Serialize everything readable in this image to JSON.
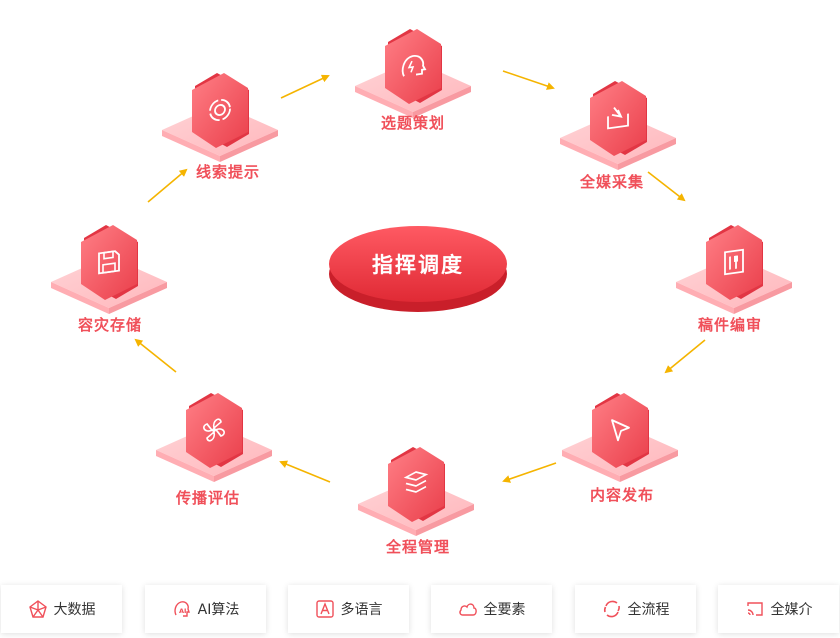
{
  "center": {
    "label": "指挥调度"
  },
  "nodes": [
    {
      "id": "topic",
      "label": "选题策划",
      "icon": "head-idea-icon"
    },
    {
      "id": "collect",
      "label": "全媒采集",
      "icon": "download-tray-icon"
    },
    {
      "id": "edit",
      "label": "稿件编审",
      "icon": "document-edit-icon"
    },
    {
      "id": "publish",
      "label": "内容发布",
      "icon": "cursor-arrow-icon"
    },
    {
      "id": "manage",
      "label": "全程管理",
      "icon": "layers-icon"
    },
    {
      "id": "evaluate",
      "label": "传播评估",
      "icon": "fan-icon"
    },
    {
      "id": "backup",
      "label": "容灾存储",
      "icon": "floppy-disk-icon"
    },
    {
      "id": "clue",
      "label": "线索提示",
      "icon": "target-ring-icon"
    }
  ],
  "features": [
    {
      "label": "大数据",
      "icon": "data-mesh-icon"
    },
    {
      "label": "AI算法",
      "icon": "ai-head-icon"
    },
    {
      "label": "多语言",
      "icon": "letter-a-icon"
    },
    {
      "label": "全要素",
      "icon": "cloud-icon"
    },
    {
      "label": "全流程",
      "icon": "cycle-icon"
    },
    {
      "label": "全媒介",
      "icon": "cast-icon"
    }
  ],
  "colors": {
    "accent": "#f0505a",
    "platform_top": "#ffc4c7",
    "tile": "#f0505a",
    "arrow": "#f5b400",
    "center": "#e8323c"
  }
}
